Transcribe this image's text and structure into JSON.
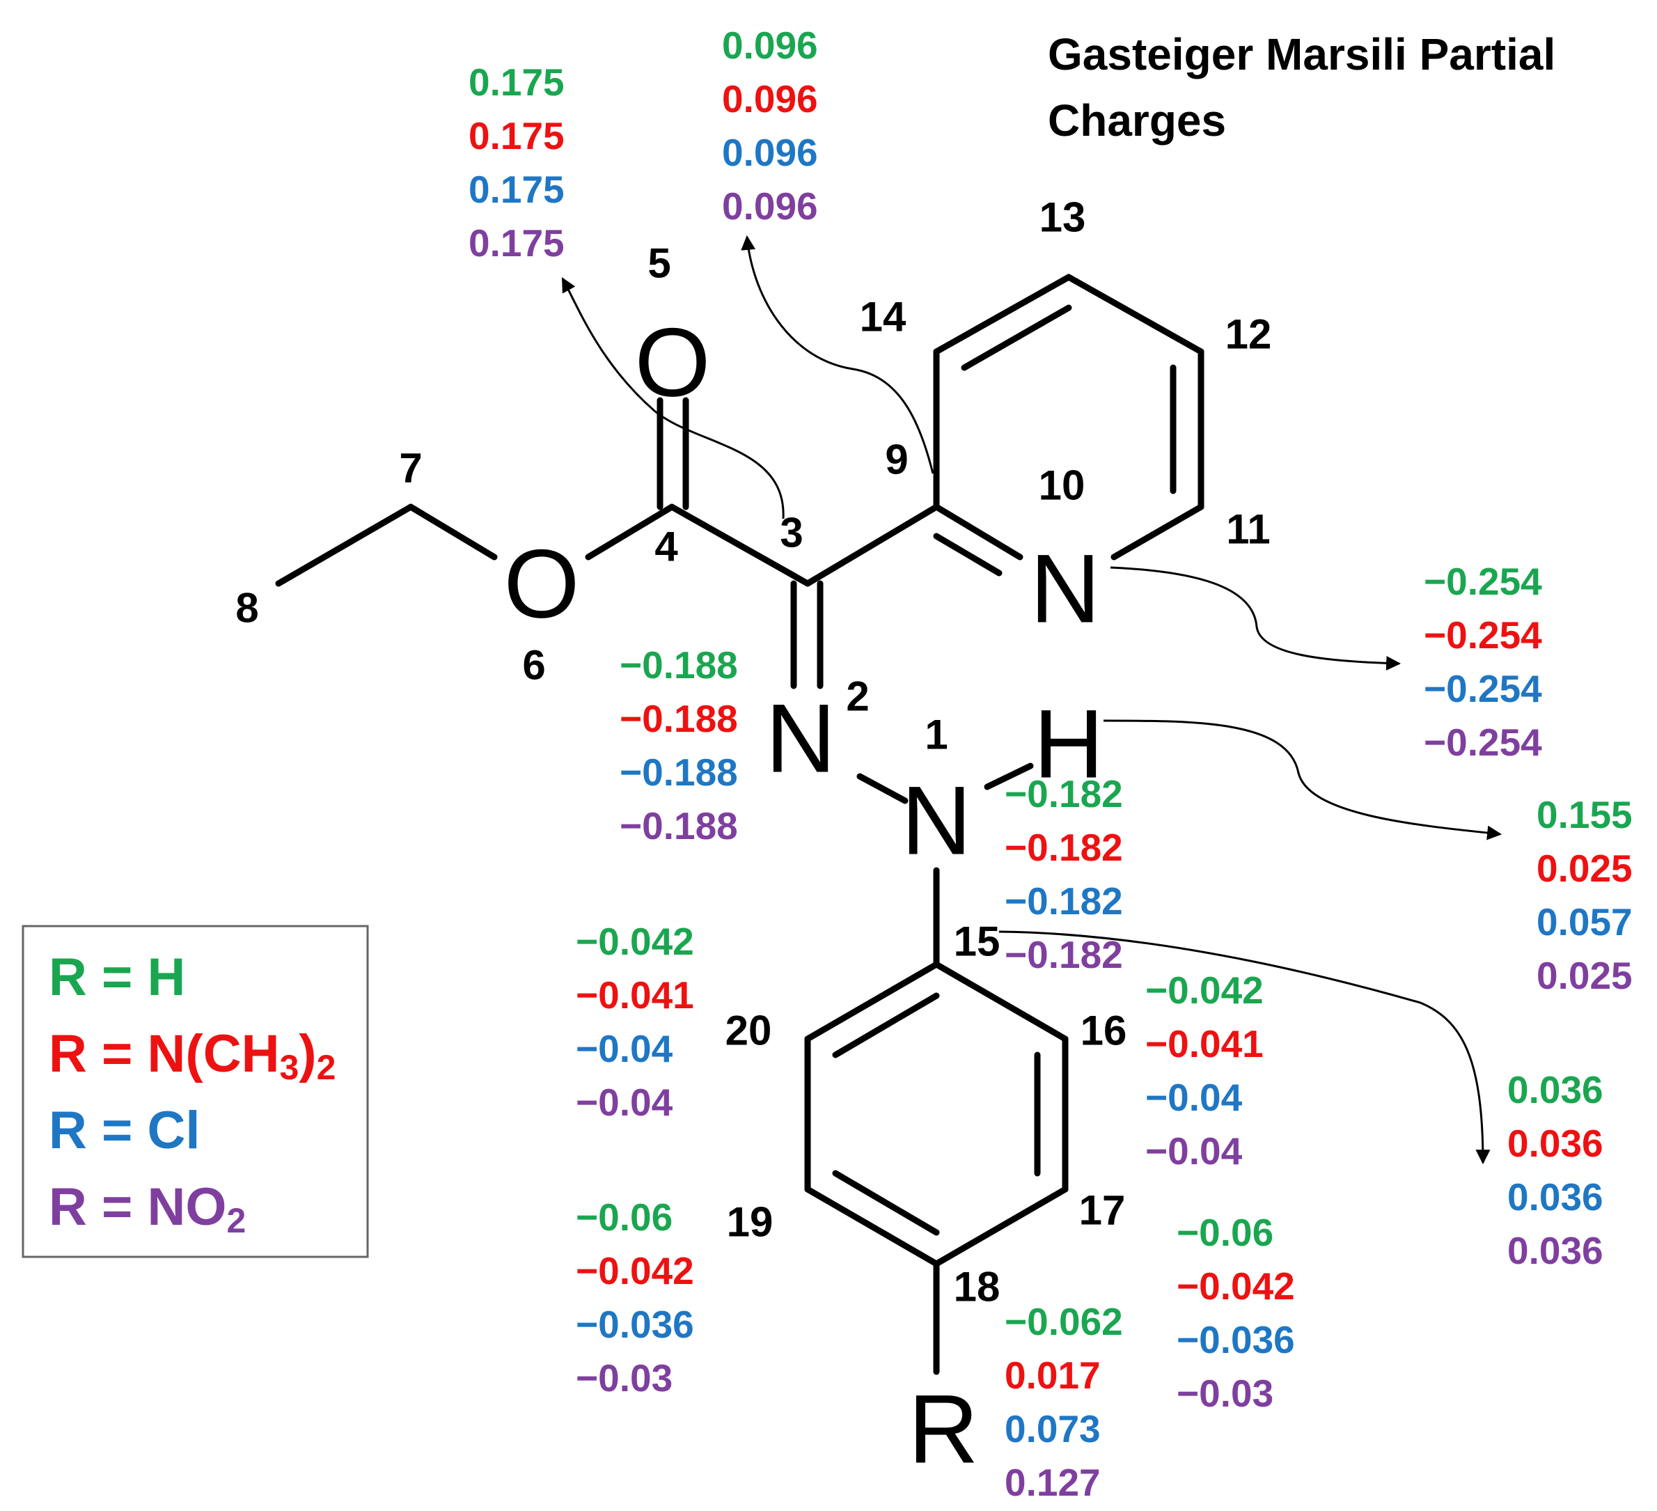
{
  "title": {
    "line1": "Gasteiger Marsili Partial",
    "line2": "Charges"
  },
  "colors": {
    "H": "#1aa650",
    "NMe2": "#ee1111",
    "Cl": "#1f77c4",
    "NO2": "#7f3f9f"
  },
  "atoms": {
    "O_carbonyl": "O",
    "O_ester": "O",
    "N2": "N",
    "N1": "N",
    "N_py": "N",
    "H": "H",
    "R": "R"
  },
  "numbers": {
    "n1": "1",
    "n2": "2",
    "n3": "3",
    "n4": "4",
    "n5": "5",
    "n6": "6",
    "n7": "7",
    "n8": "8",
    "n9": "9",
    "n10": "10",
    "n11": "11",
    "n12": "12",
    "n13": "13",
    "n14": "14",
    "n15": "15",
    "n16": "16",
    "n17": "17",
    "n18": "18",
    "n19": "19",
    "n20": "20"
  },
  "charges": {
    "c5": [
      "0.175",
      "0.175",
      "0.175",
      "0.175"
    ],
    "c9": [
      "0.096",
      "0.096",
      "0.096",
      "0.096"
    ],
    "n10": [
      "−0.254",
      "−0.254",
      "−0.254",
      "−0.254"
    ],
    "h": [
      "0.155",
      "0.025",
      "0.057",
      "0.025"
    ],
    "n2": [
      "−0.188",
      "−0.188",
      "−0.188",
      "−0.188"
    ],
    "n1": [
      "−0.182",
      "−0.182",
      "−0.182",
      "−0.182"
    ],
    "c15": [
      "0.036",
      "0.036",
      "0.036",
      "0.036"
    ],
    "c20": [
      "−0.042",
      "−0.041",
      "−0.04",
      "−0.04"
    ],
    "c16": [
      "−0.042",
      "−0.041",
      "−0.04",
      "−0.04"
    ],
    "c19": [
      "−0.06",
      "−0.042",
      "−0.036",
      "−0.03"
    ],
    "c17": [
      "−0.06",
      "−0.042",
      "−0.036",
      "−0.03"
    ],
    "c18": [
      "−0.062",
      "0.017",
      "0.073",
      "0.127"
    ]
  },
  "legend": {
    "items": [
      {
        "prefix": "R = H",
        "sub": "",
        "suffix": ""
      },
      {
        "prefix": "R = N(CH",
        "sub": "3",
        "mid": ")",
        "sub2": "2"
      },
      {
        "prefix": "R = Cl",
        "sub": "",
        "suffix": ""
      },
      {
        "prefix": "R = NO",
        "sub": "2",
        "suffix": ""
      }
    ]
  }
}
